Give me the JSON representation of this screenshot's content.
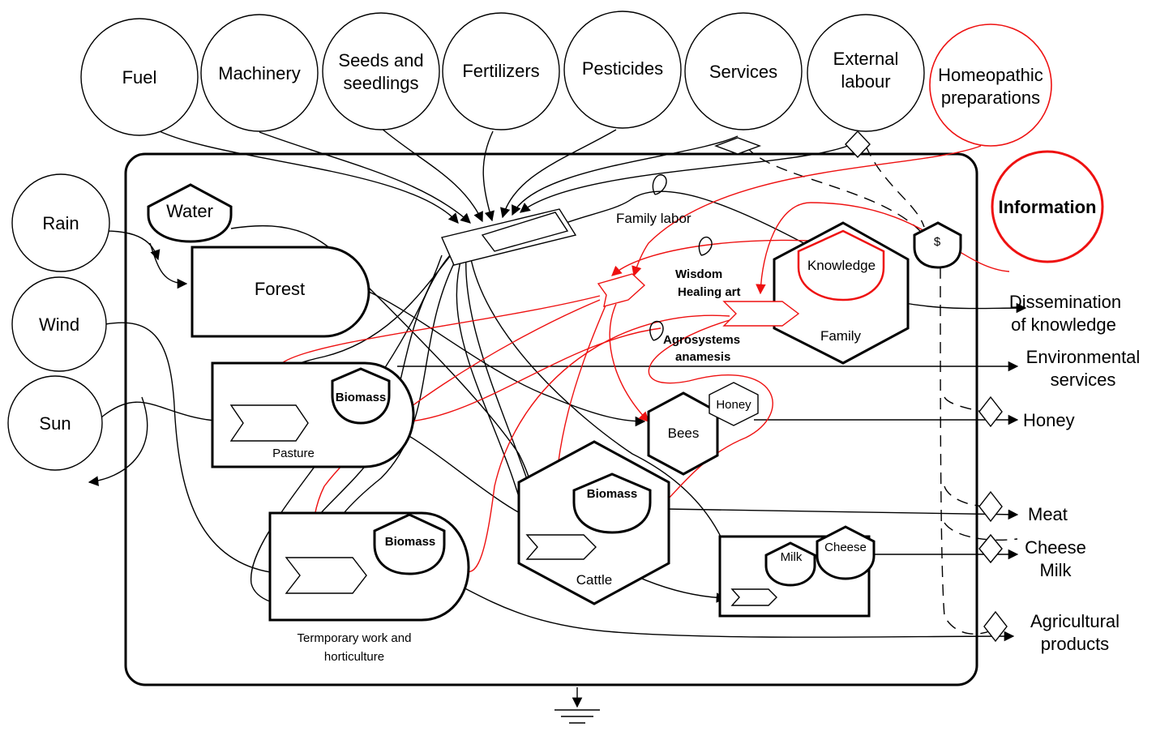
{
  "sources_top": [
    "Fuel",
    "Machinery",
    "Seeds and seedlings",
    "Fertilizers",
    "Pesticides",
    "Services",
    "External labour",
    "Homeopathic preparations"
  ],
  "sources_left": [
    "Rain",
    "Wind",
    "Sun"
  ],
  "information": "Information",
  "storages": {
    "water": "Water",
    "forest": "Forest",
    "pasture_biomass": "Biomass",
    "pasture": "Pasture",
    "crop_biomass": "Biomass",
    "crop_caption_1": "Termporary work and",
    "crop_caption_2": "horticulture",
    "cattle_biomass": "Biomass",
    "cattle": "Cattle",
    "bees": "Bees",
    "honey_store": "Honey",
    "milk_store": "Milk",
    "cheese_store": "Cheese",
    "knowledge": "Knowledge",
    "family": "Family",
    "money": "$"
  },
  "annotations": {
    "family_labor": "Family labor",
    "wisdom_1": "Wisdom",
    "wisdom_2": "Healing art",
    "agro_1": "Agrosystems",
    "agro_2": "anamesis"
  },
  "outputs": {
    "dissemination_1": "Dissemination",
    "dissemination_2": "of knowledge",
    "env_1": "Environmental",
    "env_2": "services",
    "honey": "Honey",
    "meat": "Meat",
    "cheese": "Cheese",
    "milk": "Milk",
    "agri_1": "Agricultural",
    "agri_2": "products"
  },
  "colors": {
    "line": "#000000",
    "red_flow": "#e11111"
  }
}
